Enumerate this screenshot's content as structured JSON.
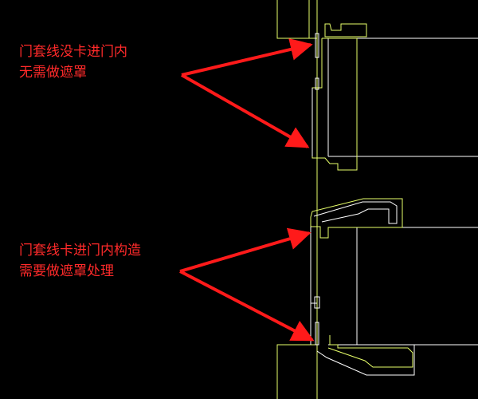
{
  "annotations": {
    "top": {
      "line1": "门套线没卡进门内",
      "line2": "无需做遮罩"
    },
    "bottom": {
      "line1": "门套线卡进门内构造",
      "line2": "需要做遮罩处理"
    }
  },
  "colors": {
    "background": "#000000",
    "wall_line": "#e8ff6a",
    "door_line": "#ffffff",
    "trim_line": "#e8ff6a",
    "arrow": "#ff1a1a",
    "text": "#ff2a2a"
  }
}
